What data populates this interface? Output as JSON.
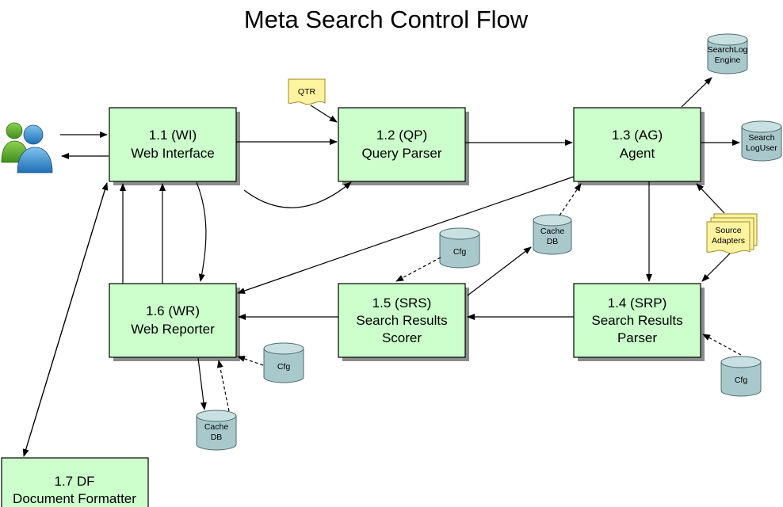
{
  "title": "Meta Search Control Flow",
  "boxes": {
    "wi": {
      "line1": "1.1 (WI)",
      "line2": "Web Interface"
    },
    "qp": {
      "line1": "1.2 (QP)",
      "line2": "Query Parser"
    },
    "ag": {
      "line1": "1.3 (AG)",
      "line2": "Agent"
    },
    "srp": {
      "line1": "1.4 (SRP)",
      "line2": "Search Results",
      "line3": "Parser"
    },
    "srs": {
      "line1": "1.5 (SRS)",
      "line2": "Search Results",
      "line3": "Scorer"
    },
    "wr": {
      "line1": "1.6 (WR)",
      "line2": "Web Reporter"
    },
    "df": {
      "line1": "1.7 DF",
      "line2": "Document Formatter"
    }
  },
  "databases": {
    "searchlog_engine": {
      "line1": "SearchLog",
      "line2": "Engine"
    },
    "search_loguser": {
      "line1": "Search",
      "line2": "LogUser"
    },
    "cache_ag": {
      "line1": "Cache",
      "line2": "DB"
    },
    "cfg_srs": {
      "line1": "Cfg"
    },
    "cfg_wr": {
      "line1": "Cfg"
    },
    "cache_wr": {
      "line1": "Cache",
      "line2": "DB"
    },
    "cfg_srp": {
      "line1": "Cfg"
    }
  },
  "notes": {
    "qtr": {
      "line1": "QTR"
    },
    "source_adapters": {
      "line1": "Source",
      "line2": "Adapters"
    }
  },
  "icons": {
    "users": "users-icon"
  },
  "colors": {
    "box_fill": "#ccffcc",
    "db_fill": "#a8c8cc",
    "note_fill": "#fff3a0"
  }
}
